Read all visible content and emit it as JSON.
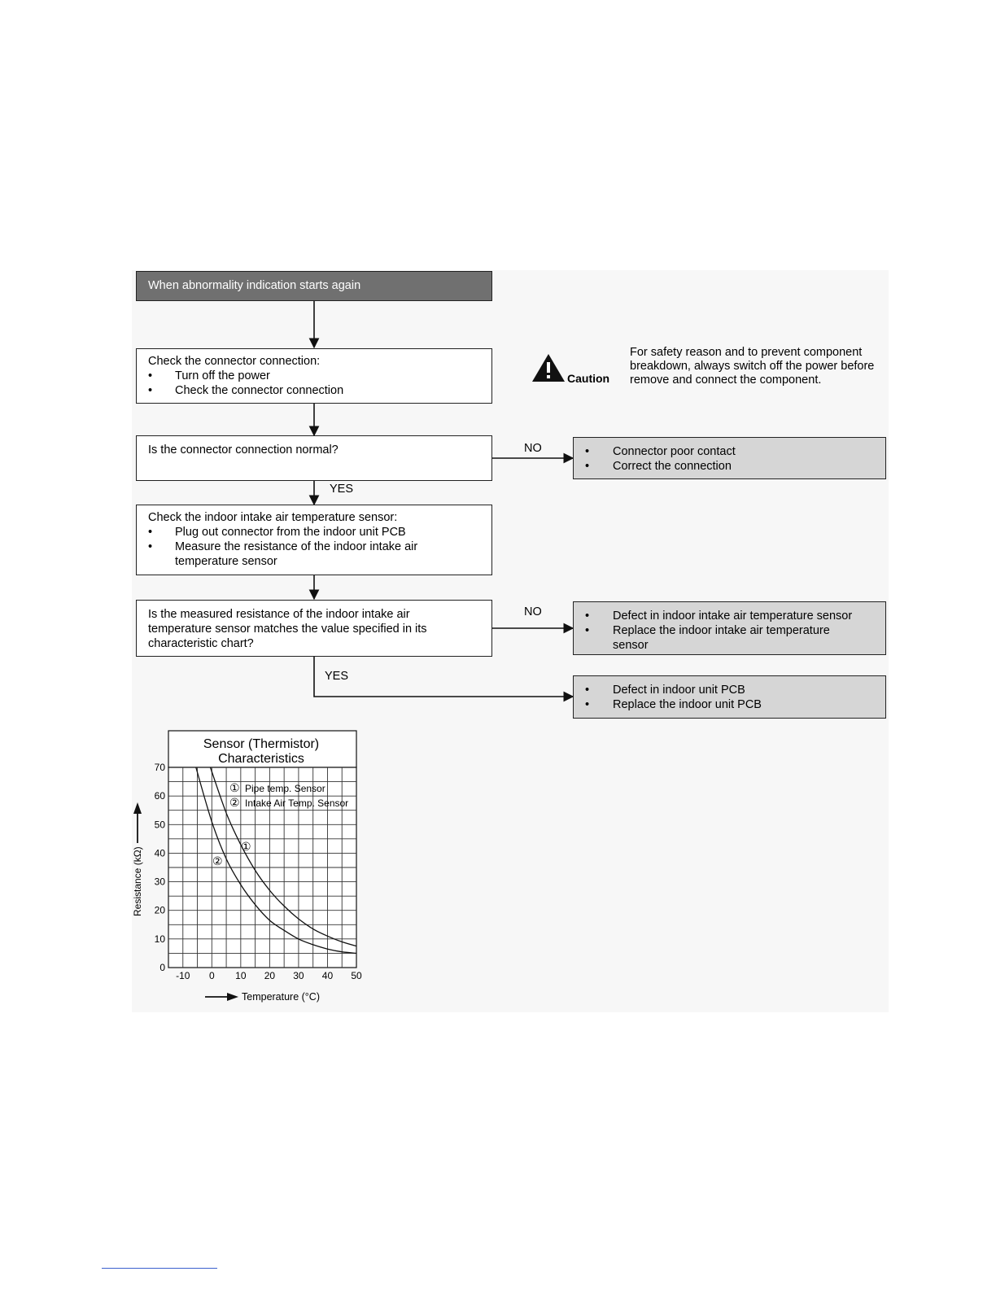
{
  "flow": {
    "start": "When abnormality indication starts again",
    "step1": {
      "title": "Check the connector connection:",
      "bullets": [
        "Turn off the power",
        "Check the connector connection"
      ]
    },
    "caution": {
      "label": "Caution",
      "text": "For safety reason and to prevent component breakdown, always switch off the power before remove and connect the component."
    },
    "q1": "Is the connector connection normal?",
    "q1_no_label": "NO",
    "q1_yes_label": "YES",
    "q1_no_result": [
      "Connector poor contact",
      "Correct the connection"
    ],
    "step2": {
      "title": "Check the indoor intake air temperature sensor:",
      "bullets": [
        "Plug out connector from the indoor unit PCB",
        "Measure the resistance of the indoor intake air temperature sensor"
      ]
    },
    "q2": "Is the measured resistance of the indoor intake air temperature sensor matches the value specified in its characteristic chart?",
    "q2_no_label": "NO",
    "q2_yes_label": "YES",
    "q2_no_result": [
      "Defect in indoor intake air temperature sensor",
      "Replace the indoor intake air temperature sensor"
    ],
    "q2_yes_result": [
      "Defect in indoor unit PCB",
      "Replace the indoor unit PCB"
    ]
  },
  "bullet_char": "•",
  "chart_data": {
    "type": "line",
    "title_line1": "Sensor (Thermistor)",
    "title_line2": "Characteristics",
    "xlabel": "Temperature (°C)",
    "ylabel": "Resistance (kΩ)",
    "xlim": [
      -15,
      50
    ],
    "ylim": [
      0,
      70
    ],
    "x_ticks": [
      -10,
      0,
      10,
      20,
      30,
      40,
      50
    ],
    "y_ticks": [
      0,
      10,
      20,
      30,
      40,
      50,
      60,
      70
    ],
    "grid": true,
    "legend": [
      {
        "marker": "①",
        "label": "Pipe temp. Sensor"
      },
      {
        "marker": "②",
        "label": "Intake Air Temp. Sensor"
      }
    ],
    "series": [
      {
        "marker": "①",
        "x": [
          -0.5,
          5,
          10,
          15,
          20,
          25,
          30,
          35,
          40,
          45,
          50
        ],
        "y": [
          70,
          54,
          43,
          34,
          27,
          21.5,
          17,
          13.5,
          11,
          9,
          7.5
        ]
      },
      {
        "marker": "②",
        "x": [
          -5.5,
          0,
          5,
          10,
          15,
          20,
          25,
          30,
          35,
          40,
          45,
          50
        ],
        "y": [
          70,
          51,
          38,
          29,
          22,
          16.5,
          13,
          10,
          8,
          6.5,
          5.5,
          5
        ]
      }
    ]
  }
}
